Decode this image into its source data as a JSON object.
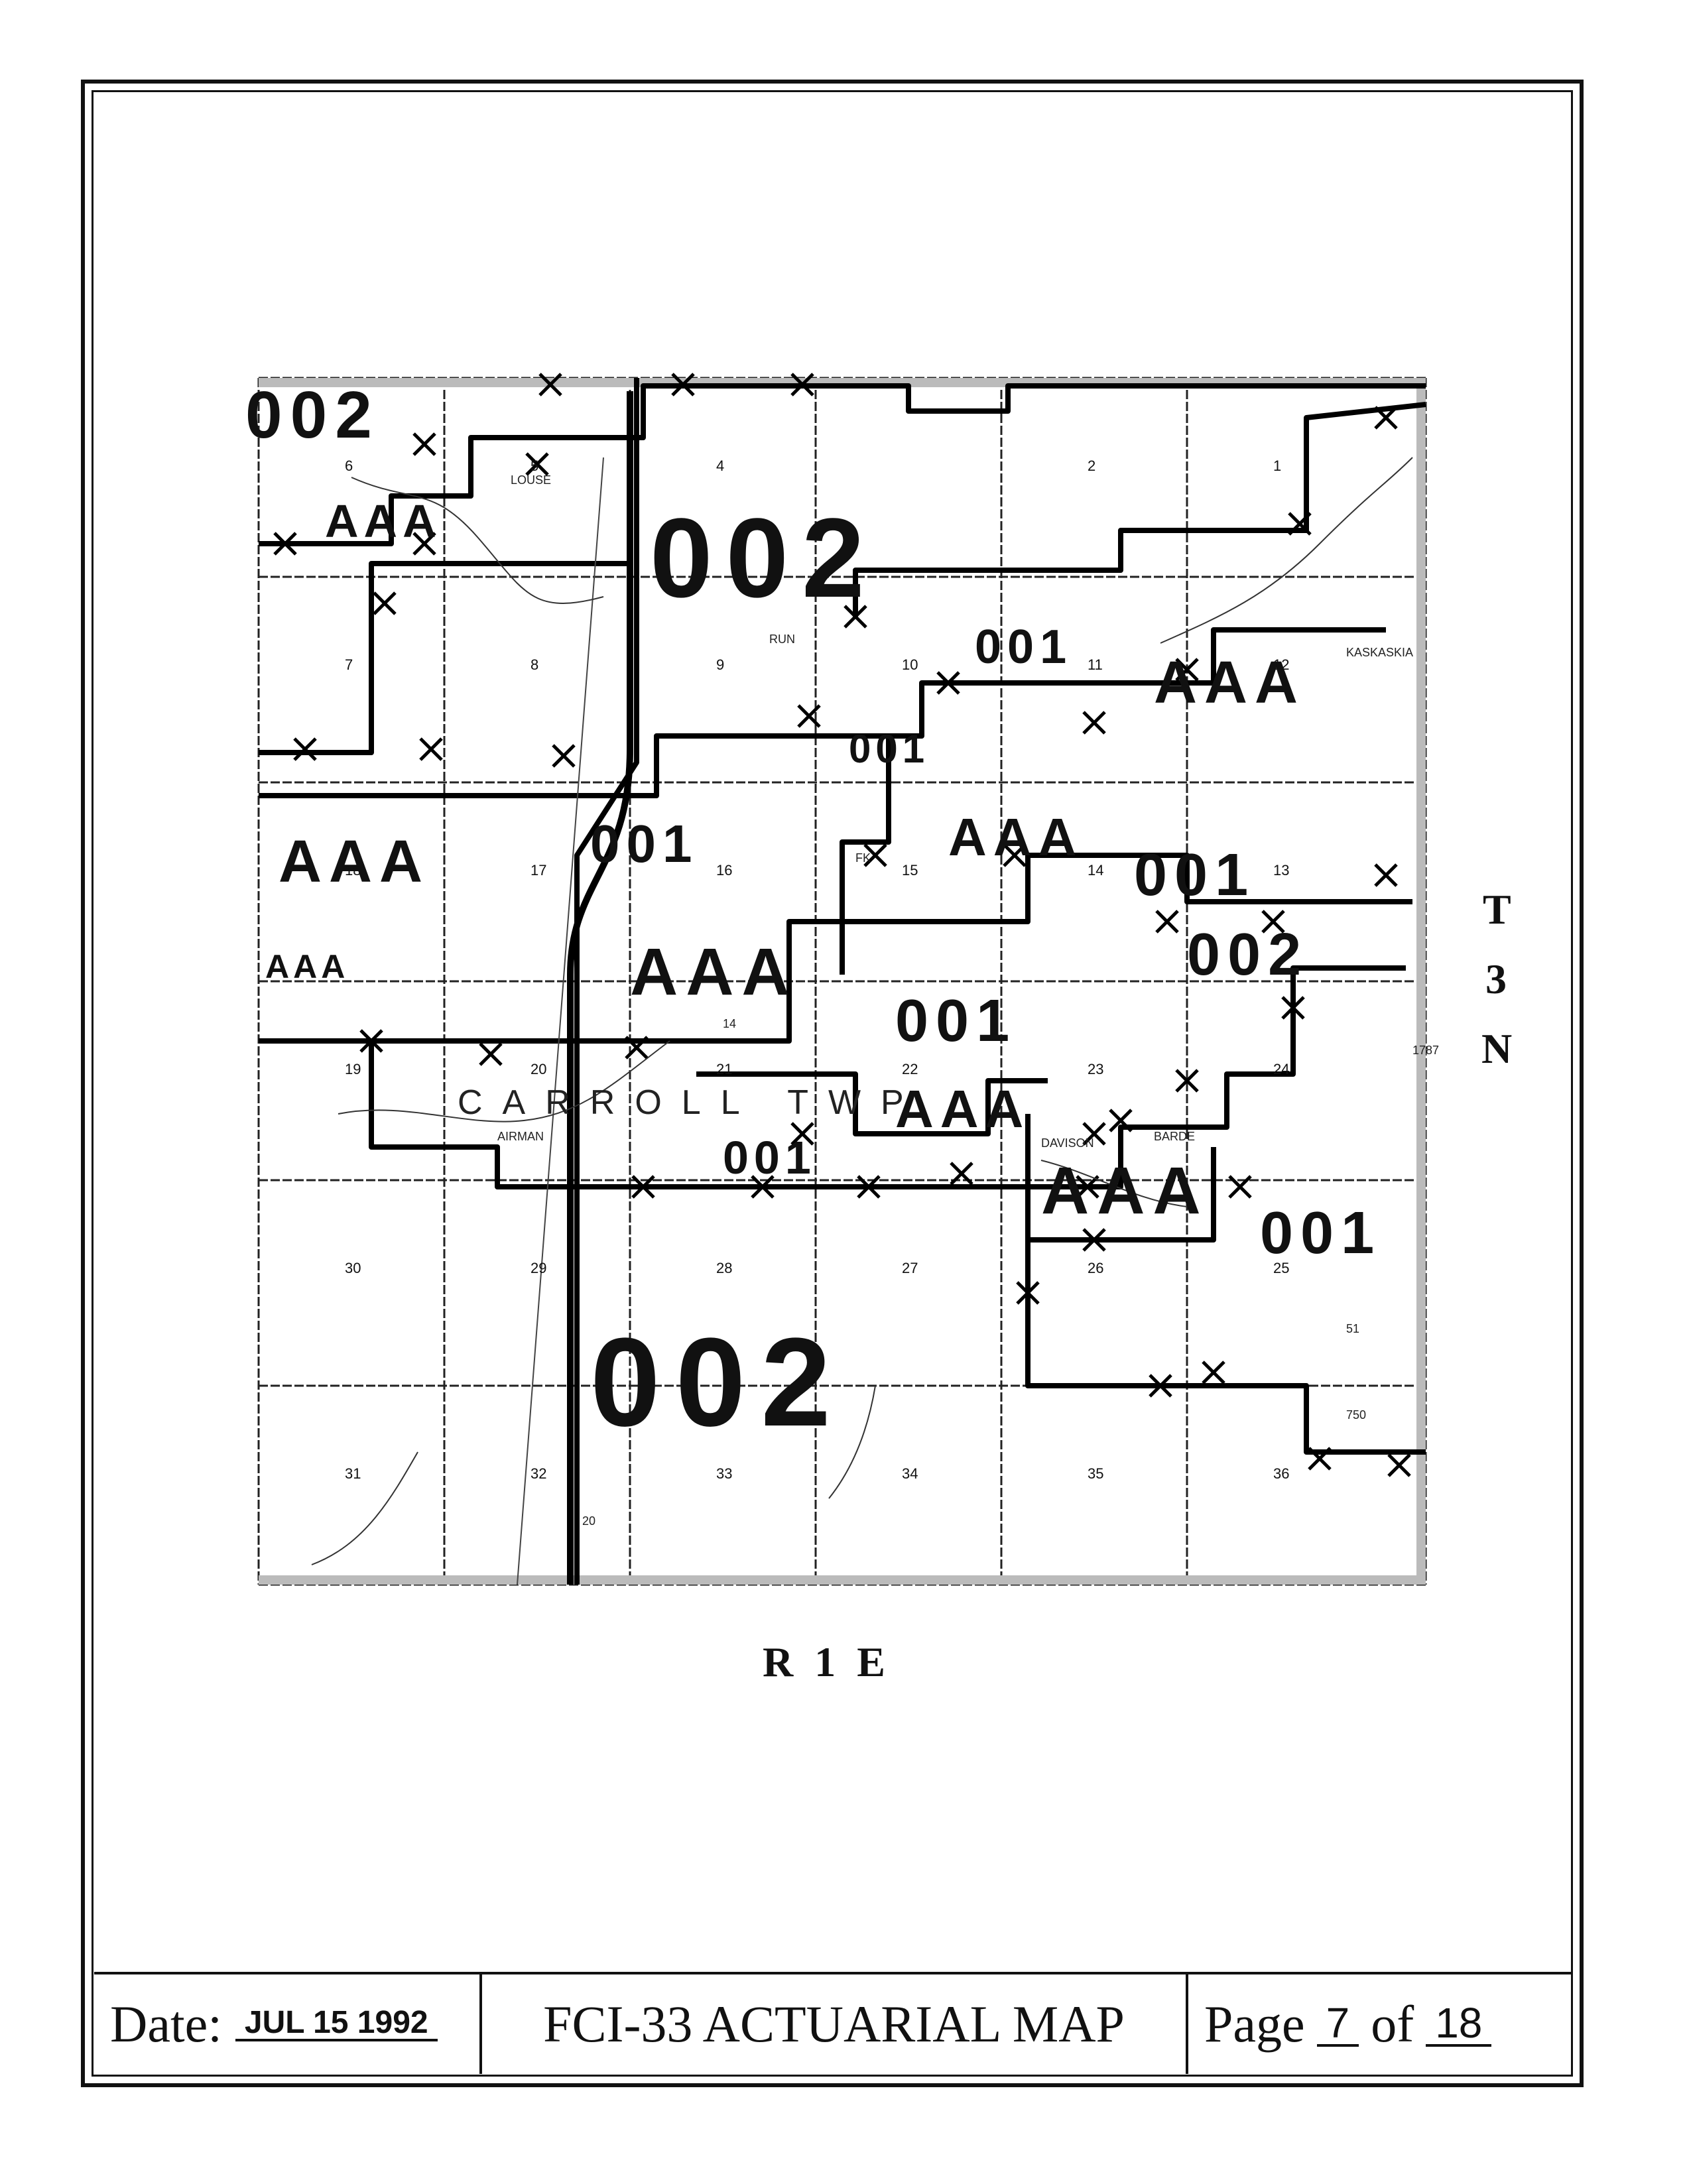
{
  "map": {
    "zone_labels": [
      {
        "id": "z1",
        "text": "002",
        "size": 100
      },
      {
        "id": "z2",
        "text": "AAA",
        "size": 70
      },
      {
        "id": "z3",
        "text": "002",
        "size": 170
      },
      {
        "id": "z4",
        "text": "001",
        "size": 72
      },
      {
        "id": "z5",
        "text": "AAA",
        "size": 90
      },
      {
        "id": "z6",
        "text": "AAA",
        "size": 90
      },
      {
        "id": "z7",
        "text": "001",
        "size": 80
      },
      {
        "id": "z8",
        "text": "AAA",
        "size": 80
      },
      {
        "id": "z9",
        "text": "001",
        "size": 90
      },
      {
        "id": "z10",
        "text": "001",
        "size": 60
      },
      {
        "id": "z11",
        "text": "AAA",
        "size": 100
      },
      {
        "id": "z12",
        "text": "002",
        "size": 90
      },
      {
        "id": "z13",
        "text": "001",
        "size": 90
      },
      {
        "id": "z14",
        "text": "001",
        "size": 70
      },
      {
        "id": "z15",
        "text": "AAA",
        "size": 80
      },
      {
        "id": "z16",
        "text": "AAA",
        "size": 100
      },
      {
        "id": "z17",
        "text": "001",
        "size": 90
      },
      {
        "id": "z18",
        "text": "002",
        "size": 190
      },
      {
        "id": "z19",
        "text": "AAA",
        "size": 50
      }
    ],
    "sections": [
      "6",
      "5",
      "4",
      "2",
      "1",
      "7",
      "8",
      "9",
      "10",
      "11",
      "12",
      "18",
      "17",
      "16",
      "15",
      "14",
      "13",
      "19",
      "20",
      "21",
      "22",
      "23",
      "24",
      "30",
      "29",
      "28",
      "27",
      "26",
      "25",
      "31",
      "32",
      "33",
      "34",
      "35",
      "36"
    ],
    "township_lettering": "CARROLL  TWP",
    "features": [
      "KASKASKIA",
      "RUN",
      "LOUSE",
      "FK",
      "AIRMAN",
      "DAVISON",
      "BARDE",
      "14",
      "51",
      "20",
      "750",
      "1787"
    ]
  },
  "axis": {
    "township": [
      "T",
      "3",
      "N"
    ],
    "range": "R  1  E"
  },
  "footer": {
    "date_label": "Date:",
    "date_value": "JUL 15 1992",
    "title": "FCI-33 ACTUARIAL MAP",
    "page_label": "Page",
    "page_number": "7",
    "of_label": "of",
    "page_total": "18"
  }
}
